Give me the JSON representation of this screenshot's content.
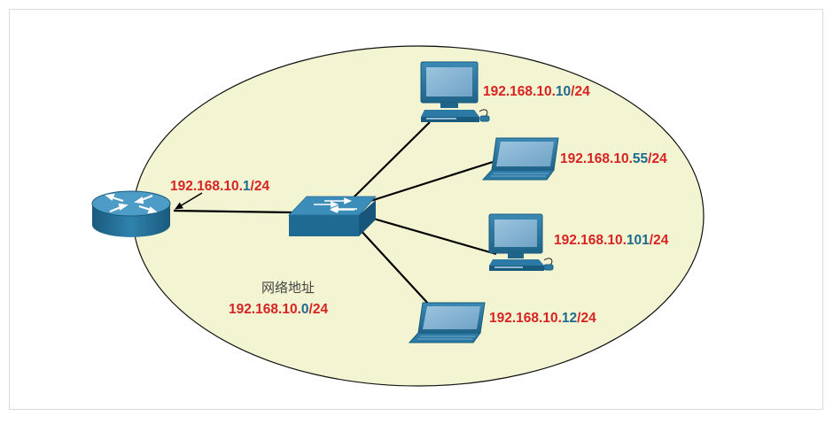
{
  "colors": {
    "network_ellipse": "#f3f4d1",
    "prefix_red": "#d62323",
    "host_blue": "#1d6a8e",
    "device_blue": "#2a7aa5",
    "link": "#000000"
  },
  "router": {
    "icon": "router-icon",
    "address": {
      "prefix": "192.168.10.",
      "host": "1",
      "suffix": "/24"
    }
  },
  "switch": {
    "icon": "switch-icon"
  },
  "network": {
    "label": "网络地址",
    "address": {
      "prefix": "192.168.10.",
      "host": "0",
      "suffix": "/24"
    }
  },
  "hosts": [
    {
      "icon": "desktop-icon",
      "address": {
        "prefix": "192.168.10.",
        "host": "10",
        "suffix": "/24"
      }
    },
    {
      "icon": "laptop-icon",
      "address": {
        "prefix": "192.168.10.",
        "host": "55",
        "suffix": "/24"
      }
    },
    {
      "icon": "desktop-icon",
      "address": {
        "prefix": "192.168.10.",
        "host": "101",
        "suffix": "/24"
      }
    },
    {
      "icon": "laptop-icon",
      "address": {
        "prefix": "192.168.10.",
        "host": "12",
        "suffix": "/24"
      }
    }
  ]
}
